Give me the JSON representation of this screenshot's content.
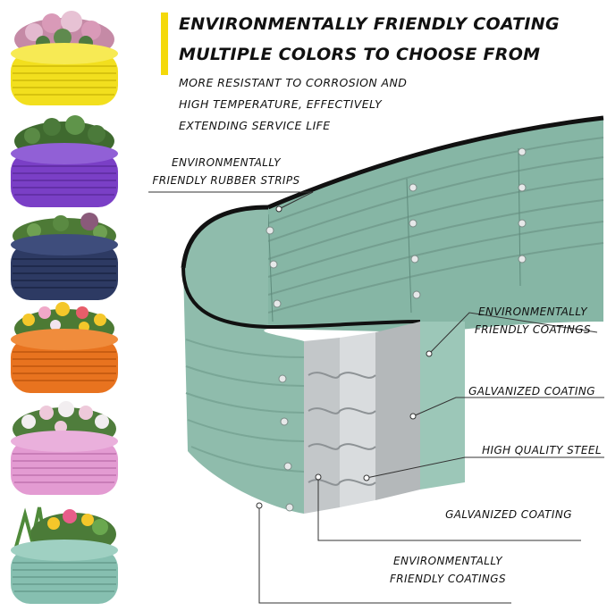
{
  "headline": {
    "line1": "ENVIRONMENTALLY FRIENDLY COATING",
    "line2": "MULTIPLE COLORS TO CHOOSE FROM"
  },
  "subtext": {
    "line1": "MORE RESISTANT TO CORROSION AND",
    "line2": "HIGH TEMPERATURE, EFFECTIVELY",
    "line3": "EXTENDING SERVICE LIFE"
  },
  "callouts": {
    "rubber_strips": {
      "line1": "ENVIRONMENTALLY",
      "line2": "FRIENDLY RUBBER STRIPS"
    },
    "coatings_top": {
      "line1": "ENVIRONMENTALLY",
      "line2": "FRIENDLY COATINGS"
    },
    "galvanized_top": "GALVANIZED COATING",
    "steel": "HIGH QUALITY STEEL",
    "galvanized_bottom": "GALVANIZED COATING",
    "coatings_bottom": {
      "line1": "ENVIRONMENTALLY",
      "line2": "FRIENDLY COATINGS"
    }
  },
  "colors": {
    "accent": "#f4d90a",
    "bed_main": "#8ab5a5",
    "bed_variants": [
      "#f2df1e",
      "#7a3fc6",
      "#2d3a63",
      "#e8731f",
      "#e39bd2",
      "#86bfb0"
    ]
  }
}
